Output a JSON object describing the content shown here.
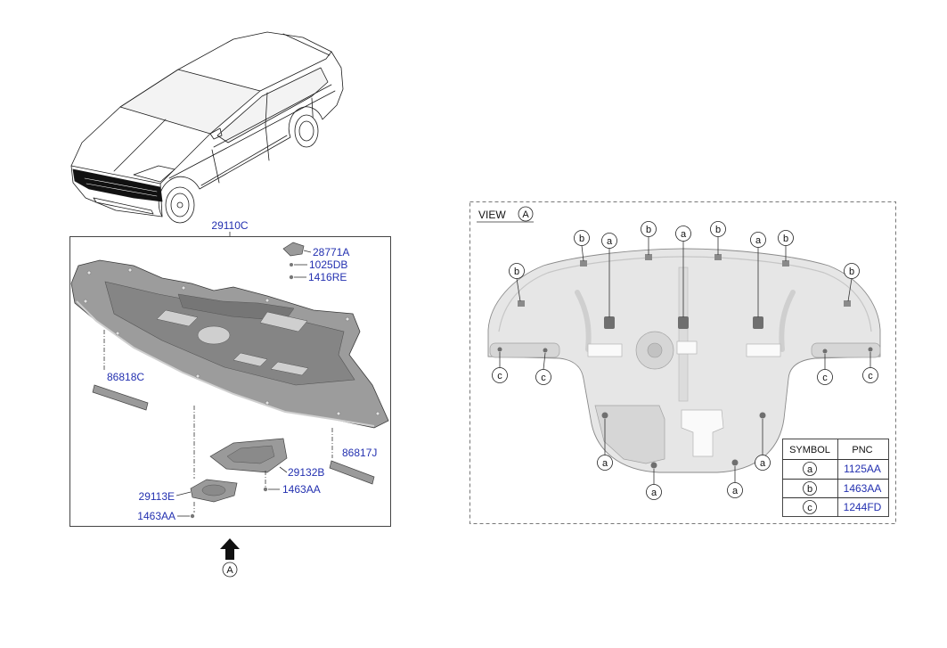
{
  "overview": {
    "assembly_label": "29110C",
    "part_labels": [
      "28771A",
      "1025DB",
      "1416RE",
      "86818C",
      "86817J",
      "29132B",
      "29113E",
      "1463AA",
      "1463AA"
    ],
    "view_ref": "A"
  },
  "view_a": {
    "title": "VIEW",
    "ref": "A",
    "callouts": [
      "b",
      "b",
      "a",
      "b",
      "a",
      "b",
      "a",
      "b",
      "b",
      "c",
      "c",
      "c",
      "c",
      "a",
      "a",
      "a",
      "a"
    ]
  },
  "legend": {
    "header_symbol": "SYMBOL",
    "header_pnc": "PNC",
    "rows": [
      {
        "symbol": "a",
        "pnc": "1125AA"
      },
      {
        "symbol": "b",
        "pnc": "1463AA"
      },
      {
        "symbol": "c",
        "pnc": "1244FD"
      }
    ]
  },
  "icons": {
    "view_direction": "up-arrow-icon"
  },
  "colors": {
    "part_number": "#2330b0",
    "line": "#333333",
    "panel_dark": "#9c9c9c",
    "panel_light": "#e6e6e6",
    "highlight": "#111111"
  }
}
